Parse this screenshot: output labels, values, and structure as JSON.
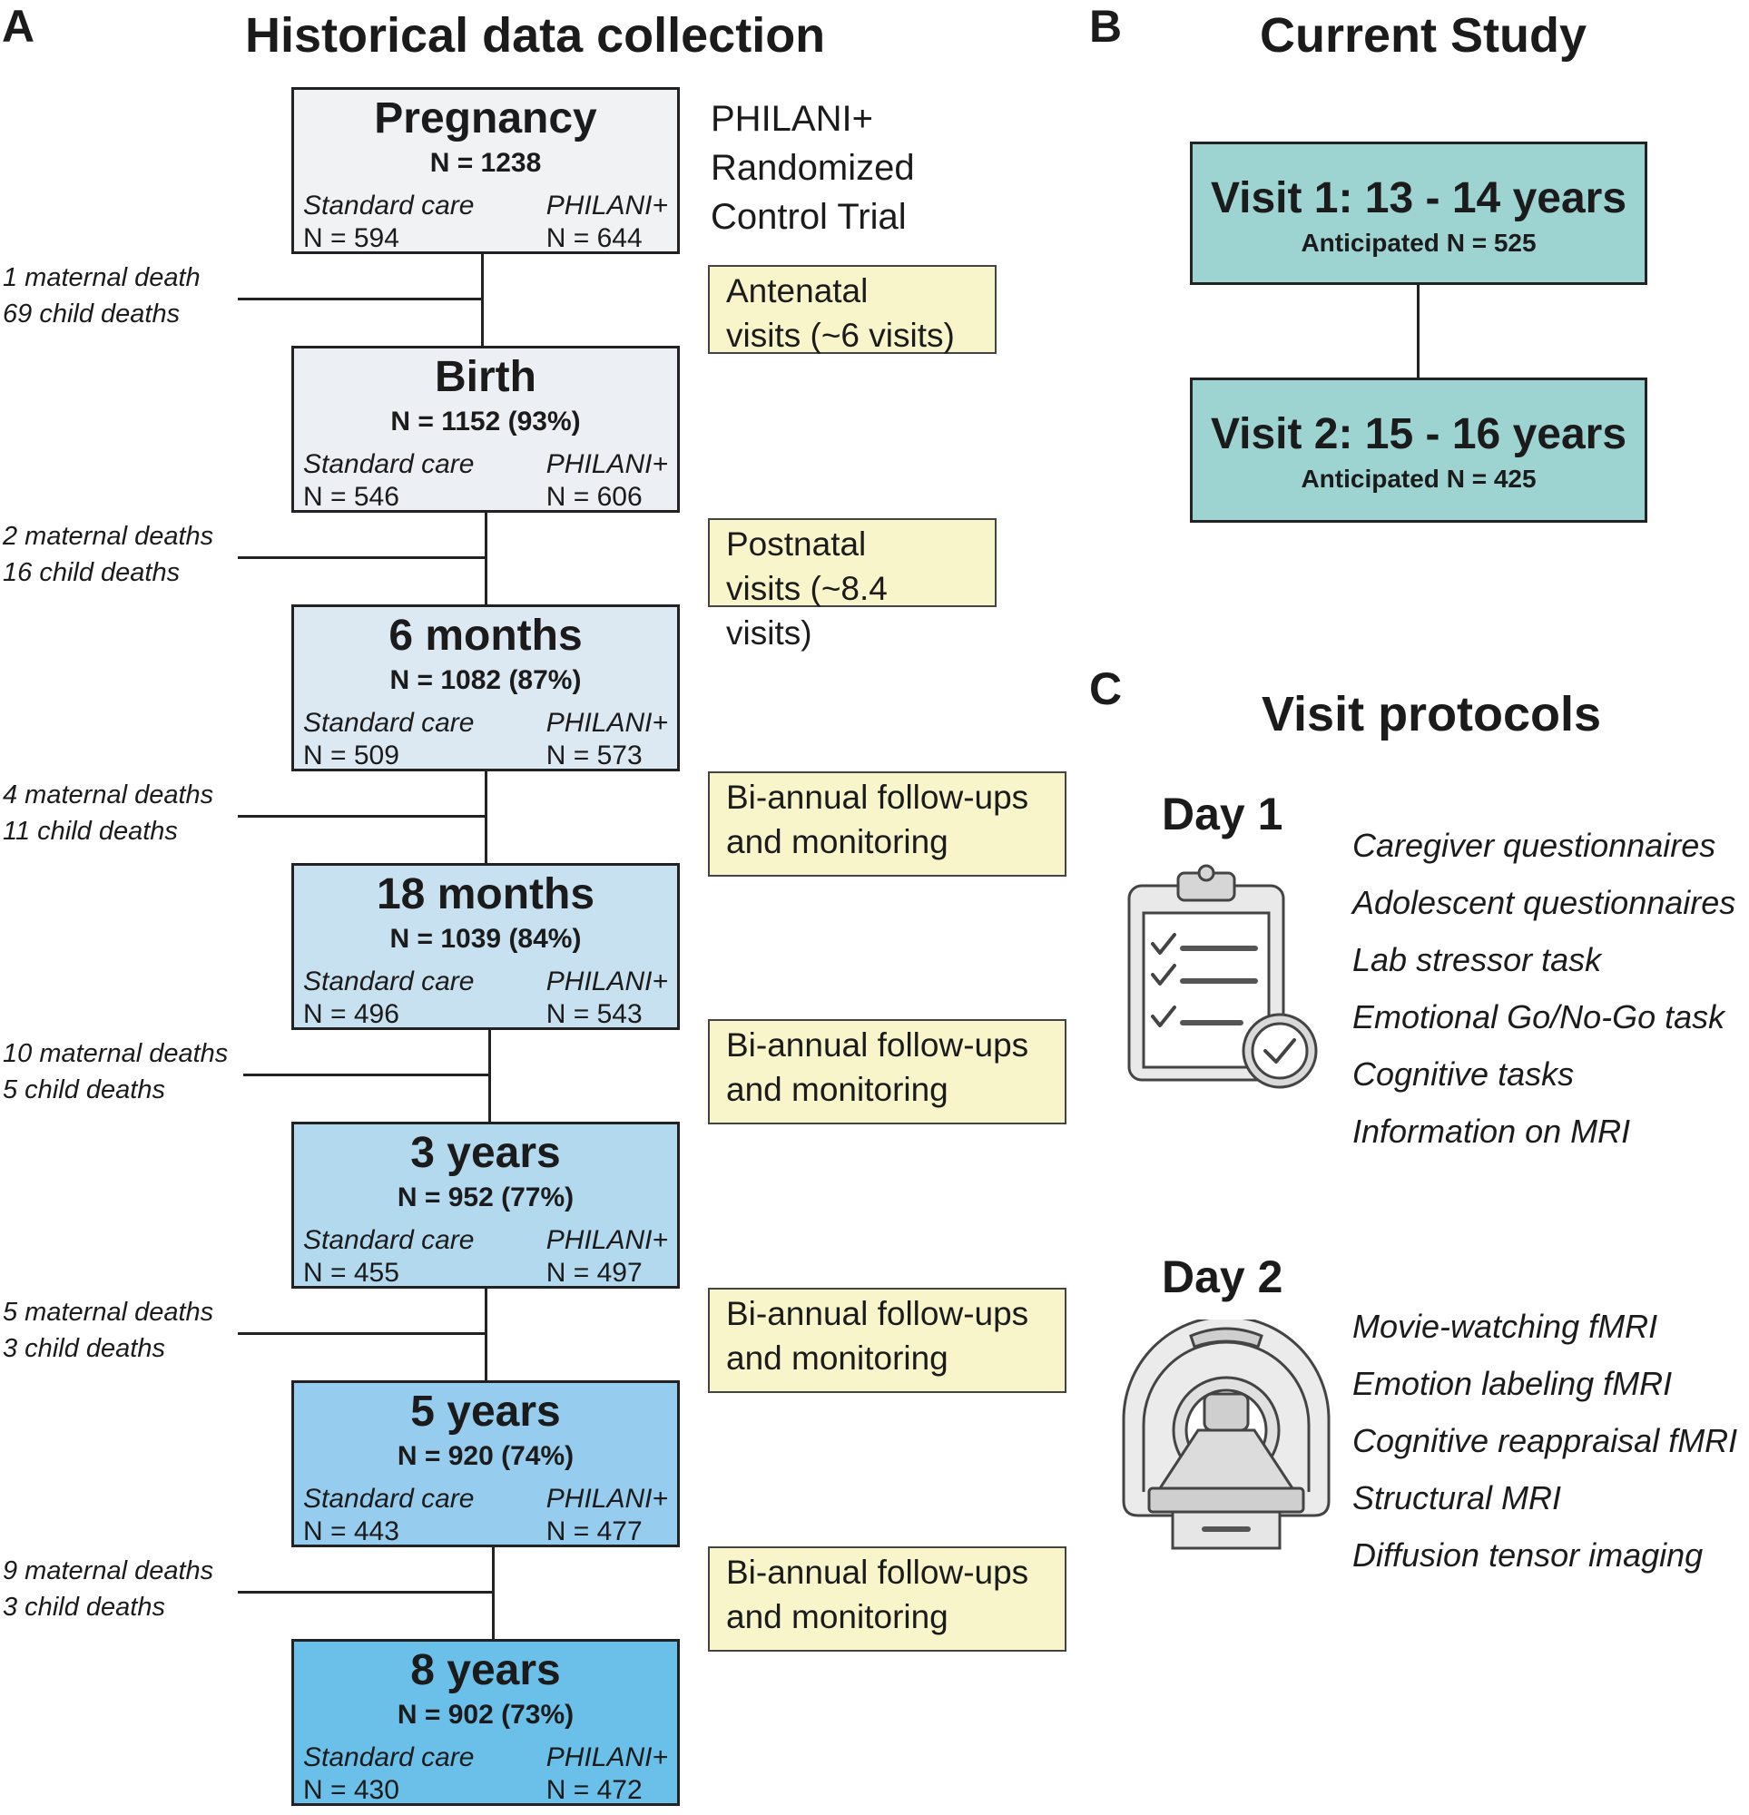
{
  "panel_a": {
    "letter": "A",
    "title": "Historical data collection",
    "rct_label": [
      "PHILANI+",
      "Randomized",
      "Control Trial"
    ],
    "stages": [
      {
        "title": "Pregnancy",
        "n": "N = 1238",
        "left_label": "Standard care",
        "left_n": "N = 594",
        "right_label": "PHILANI+",
        "right_n": "N = 644",
        "fill": "#f1f2f4"
      },
      {
        "title": "Birth",
        "n": "N = 1152 (93%)",
        "left_label": "Standard care",
        "left_n": "N = 546",
        "right_label": "PHILANI+",
        "right_n": "N = 606",
        "fill": "#eceff3"
      },
      {
        "title": "6 months",
        "n": "N = 1082 (87%)",
        "left_label": "Standard care",
        "left_n": "N = 509",
        "right_label": "PHILANI+",
        "right_n": "N = 573",
        "fill": "#dde9f2"
      },
      {
        "title": "18 months",
        "n": "N = 1039 (84%)",
        "left_label": "Standard care",
        "left_n": "N = 496",
        "right_label": "PHILANI+",
        "right_n": "N = 543",
        "fill": "#c8e1f0"
      },
      {
        "title": "3 years",
        "n": "N = 952 (77%)",
        "left_label": "Standard care",
        "left_n": "N = 455",
        "right_label": "PHILANI+",
        "right_n": "N = 497",
        "fill": "#b3d9ef"
      },
      {
        "title": "5 years",
        "n": "N = 920 (74%)",
        "left_label": "Standard care",
        "left_n": "N = 443",
        "right_label": "PHILANI+",
        "right_n": "N = 477",
        "fill": "#96cdee"
      },
      {
        "title": "8 years",
        "n": "N = 902 (73%)",
        "left_label": "Standard care",
        "left_n": "N = 430",
        "right_label": "PHILANI+",
        "right_n": "N = 472",
        "fill": "#6bc0ea"
      }
    ],
    "attrition": [
      {
        "maternal": "1 maternal death",
        "child": "69 child deaths"
      },
      {
        "maternal": "2 maternal deaths",
        "child": "16 child deaths"
      },
      {
        "maternal": "4 maternal deaths",
        "child": "11 child deaths"
      },
      {
        "maternal": "10 maternal deaths",
        "child": "5 child deaths"
      },
      {
        "maternal": "5 maternal deaths",
        "child": "3 child deaths"
      },
      {
        "maternal": "9 maternal deaths",
        "child": "3 child deaths"
      }
    ],
    "visits": [
      "Antenatal\nvisits (~6 visits)",
      "Postnatal\nvisits (~8.4 visits)",
      "Bi-annual follow-ups\nand monitoring",
      "Bi-annual follow-ups\nand monitoring",
      "Bi-annual follow-ups\nand monitoring",
      "Bi-annual follow-ups\nand monitoring"
    ]
  },
  "panel_b": {
    "letter": "B",
    "title": "Current Study",
    "visits": [
      {
        "title": "Visit 1: 13 - 14 years",
        "n": "Anticipated N = 525"
      },
      {
        "title": "Visit 2: 15 - 16 years",
        "n": "Anticipated N = 425"
      }
    ]
  },
  "panel_c": {
    "letter": "C",
    "title": "Visit protocols",
    "day1": {
      "title": "Day 1",
      "icon": "clipboard-checklist-icon",
      "items": [
        "Caregiver questionnaires",
        "Adolescent questionnaires",
        "Lab stressor task",
        "Emotional Go/No-Go task",
        "Cognitive tasks",
        "Information on MRI"
      ]
    },
    "day2": {
      "title": "Day 2",
      "icon": "mri-scanner-icon",
      "items": [
        "Movie-watching fMRI",
        "Emotion labeling fMRI",
        "Cognitive reappraisal fMRI",
        "Structural MRI",
        "Diffusion tensor imaging"
      ]
    }
  }
}
